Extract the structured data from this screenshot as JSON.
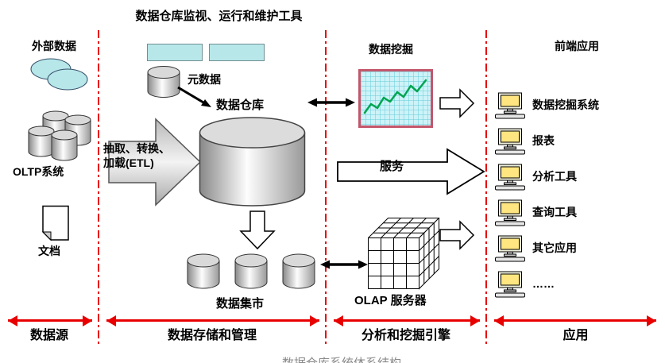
{
  "title": "数据仓库监视、运行和维护工具",
  "source_zone": {
    "external_label": "外部数据",
    "oltp_label": "OLTP系统",
    "doc_label": "文档"
  },
  "storage_zone": {
    "metadata_label": "元数据",
    "warehouse_label": "数据仓库",
    "etl_line1": "抽取、转换、",
    "etl_line2": "加载(ETL)",
    "mart_label": "数据集市"
  },
  "analysis_zone": {
    "mining_label": "数据挖掘",
    "service_label": "服务",
    "olap_label": "OLAP 服务器"
  },
  "app_zone": {
    "header": "前端应用",
    "items": [
      "数据挖掘系统",
      "报表",
      "分析工具",
      "查询工具",
      "其它应用",
      "……"
    ]
  },
  "footer": {
    "zones": [
      "数据源",
      "数据存储和管理",
      "分析和挖掘引擎",
      "应用"
    ],
    "caption": "数据仓库系统体系结构"
  },
  "colors": {
    "divider": "#e80000",
    "cyan_box": "#b7e7e9",
    "chart_green": "#00a550",
    "screen_yellow": "#ffe680"
  }
}
